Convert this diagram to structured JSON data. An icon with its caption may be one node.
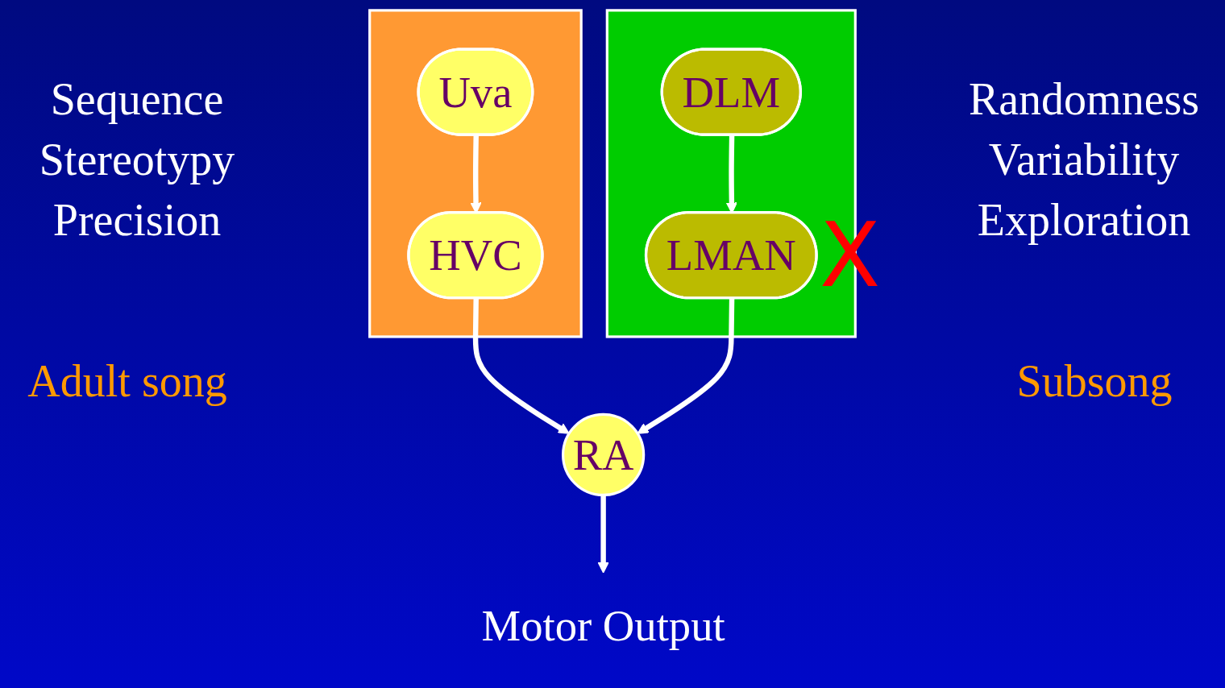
{
  "diagram": {
    "nodes": [
      {
        "text": [],
        "shape": "box"
      },
      {
        "text": [
          "Uva"
        ],
        "in": 0
      },
      {
        "text": [
          "HVC"
        ],
        "in": 0
      },
      {
        "text": [],
        "shape": "box"
      },
      {
        "text": [
          "DLM"
        ],
        "in": 3
      },
      {
        "text": [
          "LMAN"
        ],
        "in": 3
      },
      {
        "text": [
          "RA"
        ]
      },
      {
        "text": [
          "Motor Output"
        ]
      }
    ],
    "edges": [
      {
        "from": 1,
        "to": 2,
        "arrow": "to"
      },
      {
        "from": 4,
        "to": 5,
        "arrow": "to"
      },
      {
        "from": 2,
        "to": 6,
        "arrow": "to"
      },
      {
        "from": 5,
        "to": 6,
        "arrow": "to"
      },
      {
        "from": 6,
        "to": 7,
        "arrow": "to"
      }
    ],
    "labels": [
      "Sequence",
      "Stereotypy",
      "Precision",
      "Randomness",
      "Variability",
      "Exploration",
      "Adult song",
      "Subsong",
      "X"
    ]
  }
}
